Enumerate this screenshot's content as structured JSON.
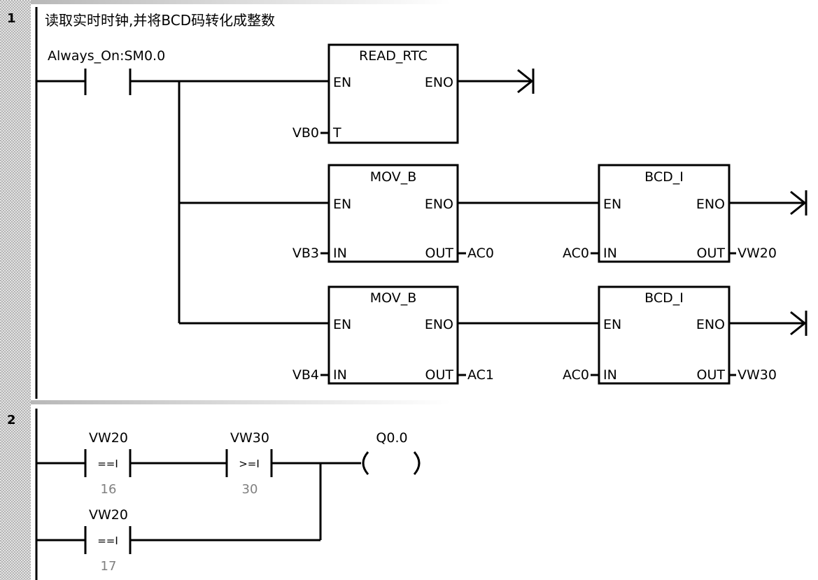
{
  "networks": [
    {
      "number": "1",
      "comment": "读取实时时钟,并将BCD码转化成整数",
      "contact": {
        "address": "Always_On:SM0.0"
      },
      "read_rtc": {
        "title": "READ_RTC",
        "en": "EN",
        "eno": "ENO",
        "t_pin": "T",
        "t_operand": "VB0"
      },
      "row2": {
        "mov": {
          "title": "MOV_B",
          "en": "EN",
          "eno": "ENO",
          "in_pin": "IN",
          "out_pin": "OUT",
          "in_operand": "VB3",
          "out_operand": "AC0"
        },
        "bcd": {
          "title": "BCD_I",
          "en": "EN",
          "eno": "ENO",
          "in_pin": "IN",
          "out_pin": "OUT",
          "in_operand": "AC0",
          "out_operand": "VW20"
        }
      },
      "row3": {
        "mov": {
          "title": "MOV_B",
          "en": "EN",
          "eno": "ENO",
          "in_pin": "IN",
          "out_pin": "OUT",
          "in_operand": "VB4",
          "out_operand": "AC1"
        },
        "bcd": {
          "title": "BCD_I",
          "en": "EN",
          "eno": "ENO",
          "in_pin": "IN",
          "out_pin": "OUT",
          "in_operand": "AC0",
          "out_operand": "VW30"
        }
      }
    },
    {
      "number": "2",
      "compare1": {
        "address": "VW20",
        "op": "==I",
        "value": "16"
      },
      "compare2": {
        "address": "VW30",
        "op": ">=I",
        "value": "30"
      },
      "compare3": {
        "address": "VW20",
        "op": "==I",
        "value": "17"
      },
      "coil": {
        "address": "Q0.0"
      }
    }
  ],
  "colors": {
    "margin": "#c8c8c8",
    "wire": "#000000",
    "constant": "#808080",
    "background": "#ffffff"
  }
}
